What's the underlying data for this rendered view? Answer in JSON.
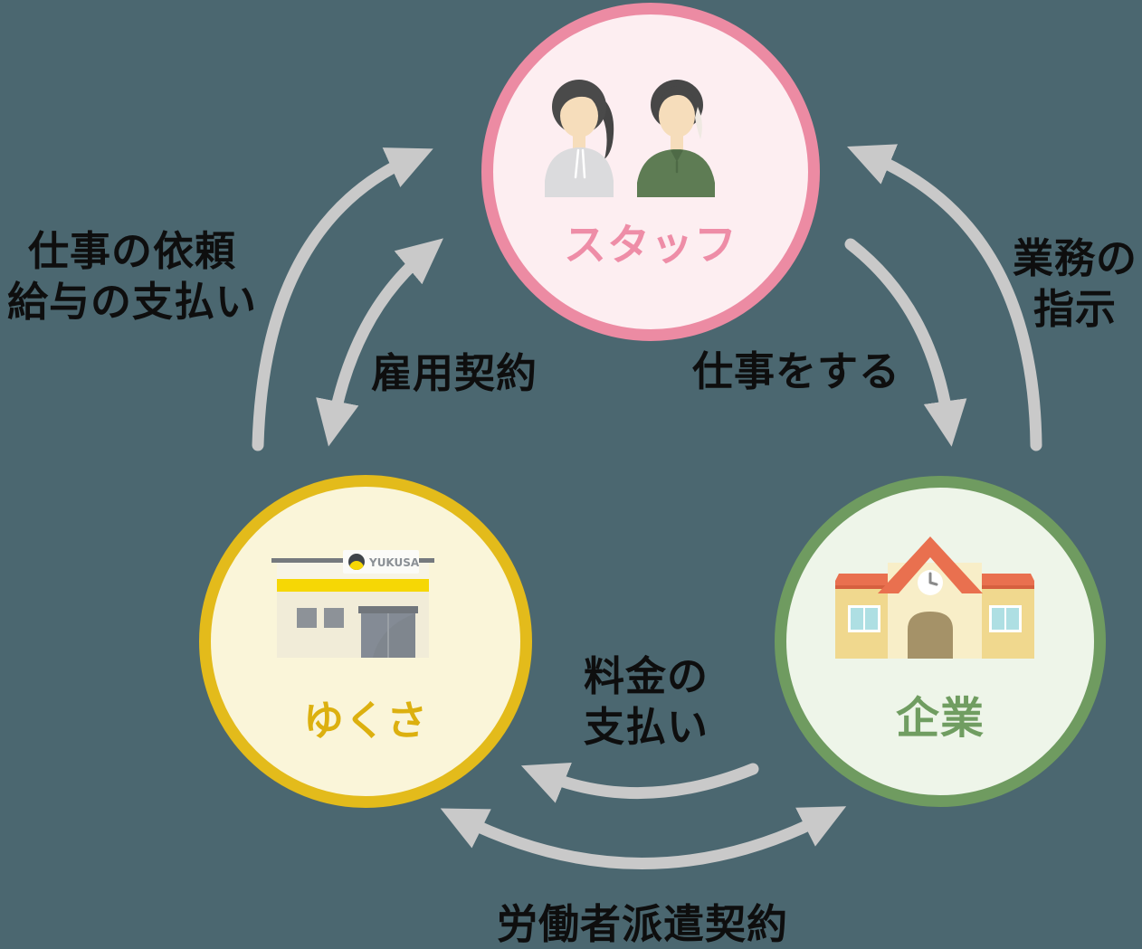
{
  "colors": {
    "background": "#4b6770",
    "arrow": "#c9c9c9",
    "text": "#0e0e0e",
    "staff_border": "#ec8ba3",
    "staff_fill": "#fdeef1",
    "staff_label": "#ee8da7",
    "yukusa_border": "#e3bb1b",
    "yukusa_fill": "#faf5d9",
    "yukusa_label": "#dcb00f",
    "company_border": "#6f9b60",
    "company_fill": "#eef5e9",
    "company_label": "#709d61"
  },
  "nodes": {
    "staff": {
      "label": "スタッフ",
      "icon": "two-people-icon"
    },
    "yukusa": {
      "label": "ゆくさ",
      "icon": "storefront-icon",
      "sign_text": "YUKUSA"
    },
    "company": {
      "label": "企業",
      "icon": "school-building-icon"
    }
  },
  "edges": {
    "request": {
      "lines": [
        "仕事の依頼",
        "給与の支払い"
      ],
      "from": "yukusa",
      "to": "staff",
      "heads": "single"
    },
    "employment": {
      "lines": [
        "雇用契約"
      ],
      "from": "staff",
      "to": "yukusa",
      "heads": "double"
    },
    "work": {
      "lines": [
        "仕事をする"
      ],
      "from": "staff",
      "to": "company",
      "heads": "single"
    },
    "instruction": {
      "lines": [
        "業務の",
        "指示"
      ],
      "from": "company",
      "to": "staff",
      "heads": "single"
    },
    "fee": {
      "lines": [
        "料金の",
        "支払い"
      ],
      "from": "company",
      "to": "yukusa",
      "heads": "single"
    },
    "dispatch": {
      "lines": [
        "労働者派遣契約"
      ],
      "from": "yukusa",
      "to": "company",
      "heads": "double"
    }
  }
}
